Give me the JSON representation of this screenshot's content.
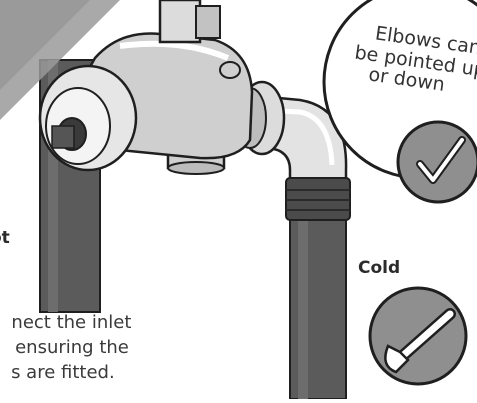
{
  "labels": {
    "hot_fragment": "ot",
    "cold": "Cold"
  },
  "callout": {
    "lines": [
      "Elbows can",
      "be pointed up",
      "or down"
    ]
  },
  "instruction": {
    "lines": [
      "nnect the inlet",
      "s ensuring the",
      "es are fitted."
    ]
  },
  "icons": {
    "check": "check-mark-icon",
    "wrench": "adjustable-wrench-icon"
  },
  "colors": {
    "pipe": "#5b5b5b",
    "pipe_dark": "#3f3f3f",
    "body": "#c9c9c9",
    "banner": "#9a9a9a",
    "text": "#2b2b2b",
    "icon_bg": "#8f8f8f"
  }
}
